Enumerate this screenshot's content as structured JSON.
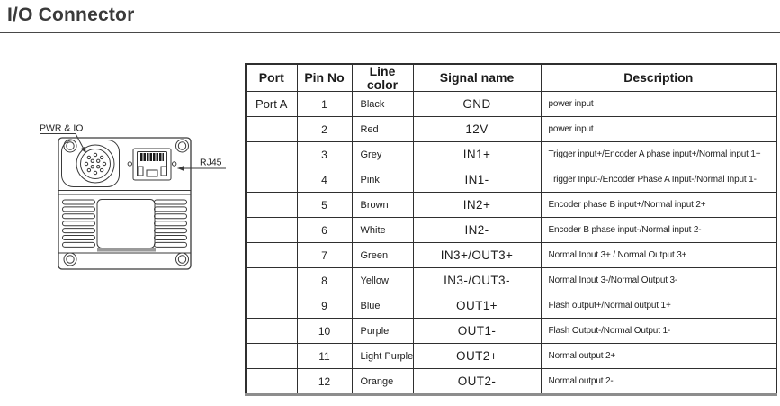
{
  "page": {
    "title": "I/O Connector"
  },
  "diagram": {
    "pwr_io_label": "PWR & IO",
    "rj45_label": "RJ45"
  },
  "table": {
    "headers": {
      "port": "Port",
      "pin": "Pin No",
      "color": "Line color",
      "signal": "Signal name",
      "description": "Description"
    },
    "port_group": "Port A",
    "rows": [
      {
        "pin": "1",
        "color": "Black",
        "signal": "GND",
        "description": "power input"
      },
      {
        "pin": "2",
        "color": "Red",
        "signal": "12V",
        "description": "power input"
      },
      {
        "pin": "3",
        "color": "Grey",
        "signal": "IN1+",
        "description": "Trigger input+/Encoder A phase input+/Normal input 1+"
      },
      {
        "pin": "4",
        "color": "Pink",
        "signal": "IN1-",
        "description": "Trigger Input-/Encoder Phase A Input-/Normal Input 1-"
      },
      {
        "pin": "5",
        "color": "Brown",
        "signal": "IN2+",
        "description": "Encoder phase B input+/Normal input 2+"
      },
      {
        "pin": "6",
        "color": "White",
        "signal": "IN2-",
        "description": "Encoder B phase input-/Normal input 2-"
      },
      {
        "pin": "7",
        "color": "Green",
        "signal": "IN3+/OUT3+",
        "description": "Normal Input 3+ / Normal Output 3+"
      },
      {
        "pin": "8",
        "color": "Yellow",
        "signal": "IN3-/OUT3-",
        "description": "Normal Input 3-/Normal Output 3-"
      },
      {
        "pin": "9",
        "color": "Blue",
        "signal": "OUT1+",
        "description": "Flash output+/Normal output 1+"
      },
      {
        "pin": "10",
        "color": "Purple",
        "signal": "OUT1-",
        "description": "Flash Output-/Normal Output 1-"
      },
      {
        "pin": "11",
        "color": "Light Purple",
        "signal": "OUT2+",
        "description": "Normal output 2+"
      },
      {
        "pin": "12",
        "color": "Orange",
        "signal": "OUT2-",
        "description": "Normal output 2-"
      }
    ]
  }
}
